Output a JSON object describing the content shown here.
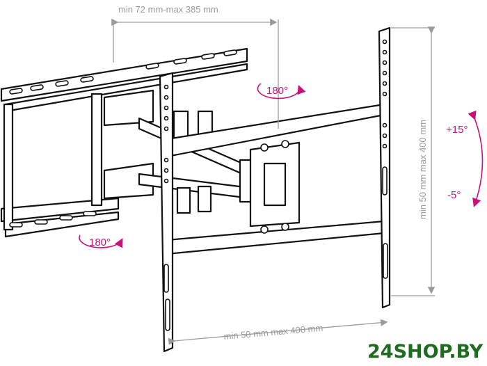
{
  "dimensions": {
    "arm_extension": "min 72 mm-max 385 mm",
    "vesa_vertical": "min 50 mm max 400 mm",
    "vesa_horizontal": "min 50 mm max 400 mm"
  },
  "angles": {
    "swivel_top": "180°",
    "swivel_bottom": "180°",
    "tilt_up": "+15°",
    "tilt_down": "-5°"
  },
  "watermark": "24SHOP.BY",
  "colors": {
    "angle": "#c8107a",
    "dimension": "#9a9a9a",
    "watermark": "#1f6b1f"
  }
}
